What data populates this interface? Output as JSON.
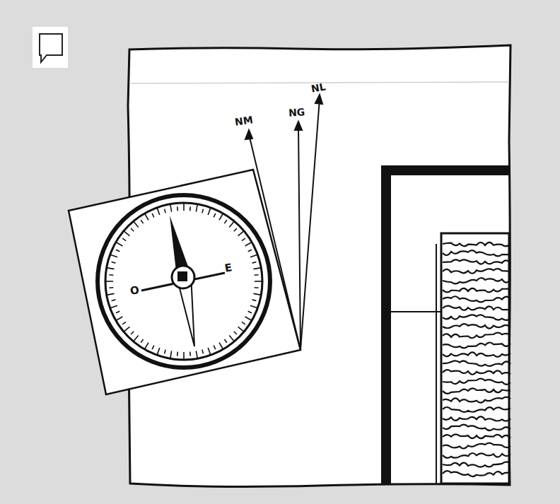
{
  "diagram": {
    "labels": [
      "NM",
      "NG",
      "NL",
      "O",
      "E"
    ]
  }
}
